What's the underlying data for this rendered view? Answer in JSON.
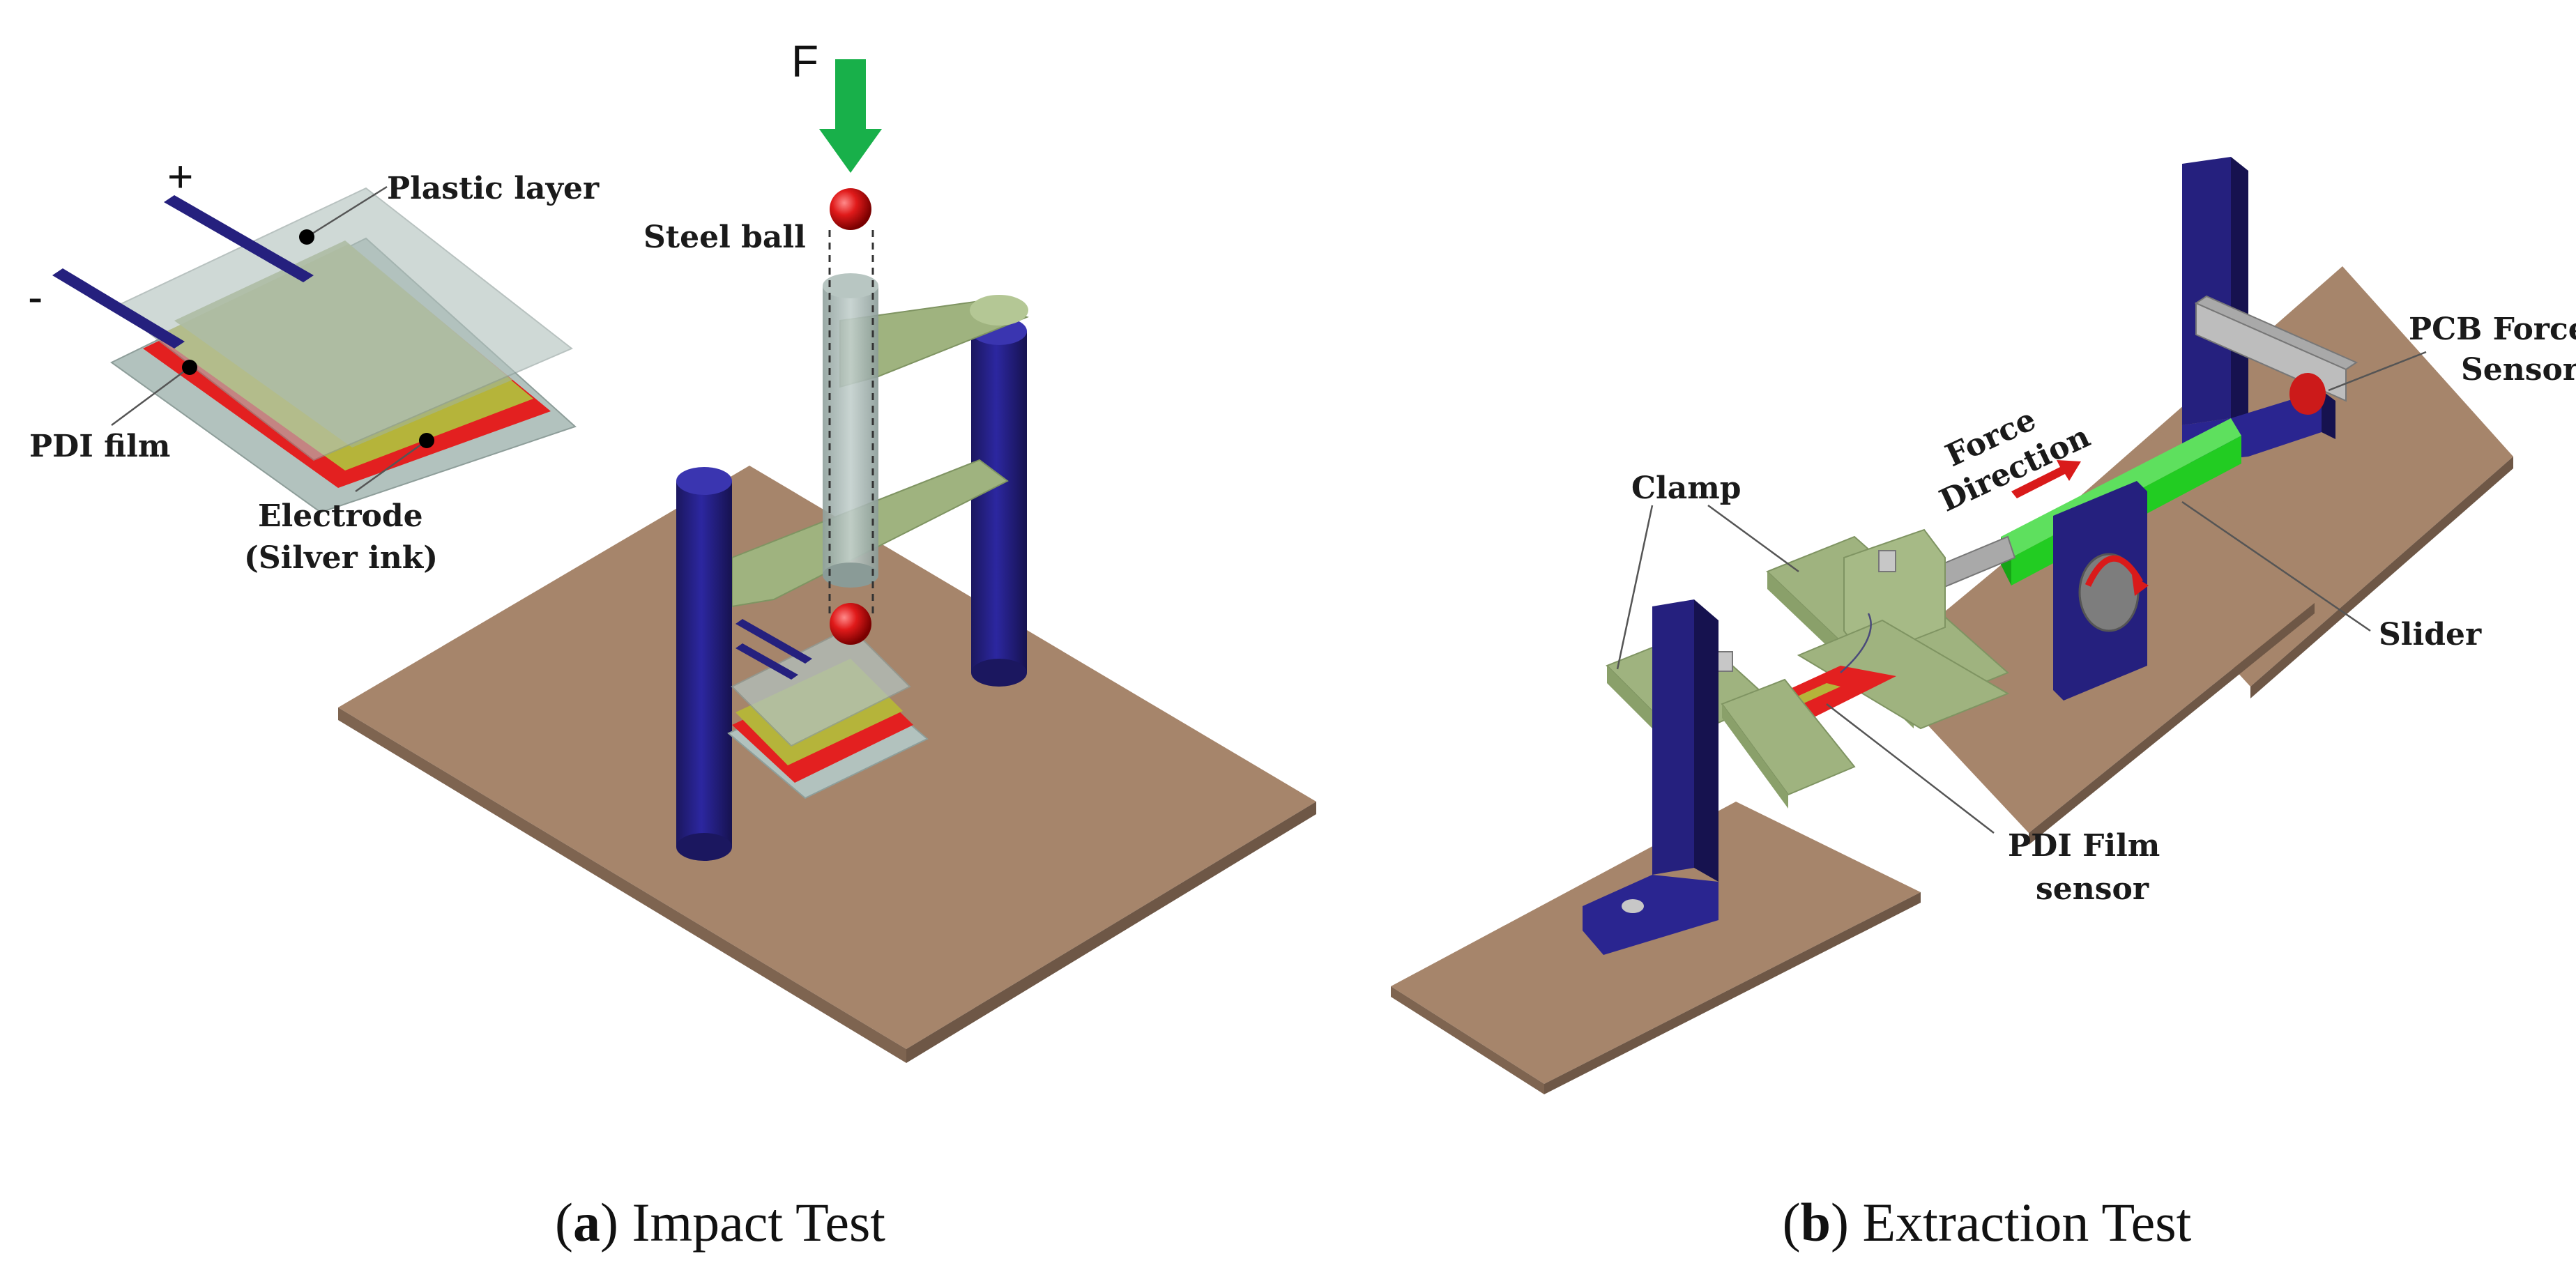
{
  "panel_a": {
    "labels": {
      "force": "F",
      "steel_ball": "Steel ball",
      "plastic_layer": "Plastic layer",
      "pdi_film": "PDI film",
      "electrode_line1": "Electrode",
      "electrode_line2": "(Silver ink)",
      "plus": "+",
      "minus": "-"
    },
    "caption": {
      "letter": "a",
      "text": "Impact Test"
    }
  },
  "panel_b": {
    "labels": {
      "pcb_line1": "PCB Force",
      "pcb_line2": "Sensor",
      "force_dir_line1": "Force",
      "force_dir_line2": "Direction",
      "clamp": "Clamp",
      "slider": "Slider",
      "pdi_line1": "PDI Film",
      "pdi_line2": "sensor"
    },
    "caption": {
      "letter": "b",
      "text": "Extraction Test"
    }
  },
  "colors": {
    "base_plate": "#a6856b",
    "column": "#25207e",
    "green_part": "#9fb37f",
    "bright_green": "#22cc22",
    "sensor_red": "#e32020",
    "electrode_yellow": "#b5b43a",
    "plastic": "#b2c2be",
    "steel_ball": "#cc1111",
    "arrow_green": "#18b04a"
  }
}
